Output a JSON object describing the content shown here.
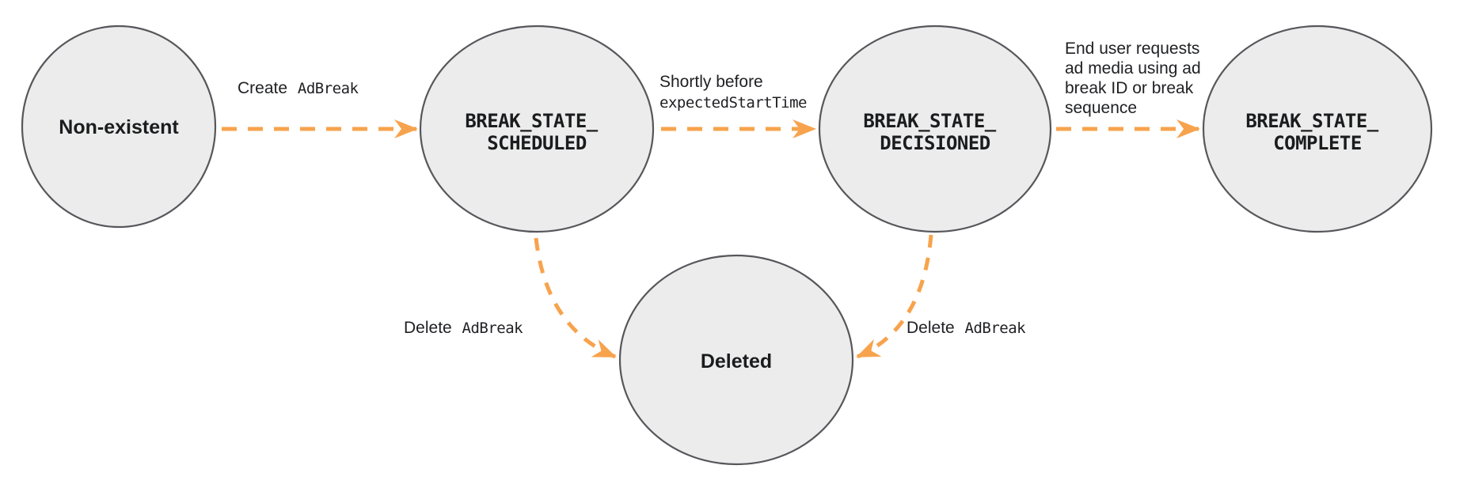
{
  "diagram": {
    "description": "Ad break lifecycle state diagram",
    "colors": {
      "arrow": "#f7a34d",
      "node_fill": "#ececec",
      "node_border": "#56575b",
      "text": "#1b1c1e"
    },
    "nodes": {
      "non_existent": {
        "label": "Non-existent"
      },
      "scheduled": {
        "line1": "BREAK_STATE_",
        "line2": "SCHEDULED"
      },
      "decisioned": {
        "line1": "BREAK_STATE_",
        "line2": "DECISIONED"
      },
      "complete": {
        "line1": "BREAK_STATE_",
        "line2": "COMPLETE"
      },
      "deleted": {
        "label": "Deleted"
      }
    },
    "edges": {
      "create": {
        "label_plain": "Create",
        "label_code": "AdBreak"
      },
      "decision": {
        "line1": "Shortly before",
        "line2_code": "expectedStartTime"
      },
      "complete": {
        "line1": "End user requests",
        "line2": "ad media using ad",
        "line3": "break ID or break",
        "line4": "sequence"
      },
      "delete_from_scheduled": {
        "label_plain": "Delete",
        "label_code": "AdBreak"
      },
      "delete_from_decisioned": {
        "label_plain": "Delete",
        "label_code": "AdBreak"
      }
    }
  }
}
